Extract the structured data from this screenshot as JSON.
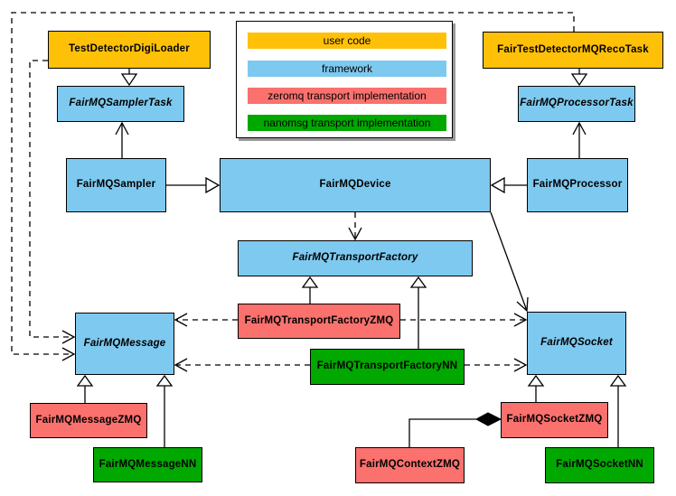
{
  "colors": {
    "user_code": "#FFC107",
    "framework": "#7EC9EF",
    "zeromq_impl": "#FA716D",
    "nanomsg_impl": "#00A800",
    "border": "#000000",
    "background": "#FFFFFF"
  },
  "legend": {
    "items": [
      {
        "label": "user code",
        "category": "user_code"
      },
      {
        "label": "framework",
        "category": "framework"
      },
      {
        "label": "zeromq transport implementation",
        "category": "zeromq_impl"
      },
      {
        "label": "nanomsg transport implementation",
        "category": "nanomsg_impl"
      }
    ]
  },
  "nodes": {
    "testDetectorDigiLoader": {
      "label": "TestDetectorDigiLoader",
      "category": "user_code",
      "abstract": false
    },
    "fairTestDetectorMQRecoTask": {
      "label": "FairTestDetectorMQRecoTask",
      "category": "user_code",
      "abstract": false
    },
    "fairMQSamplerTask": {
      "label": "FairMQSamplerTask",
      "category": "framework",
      "abstract": true
    },
    "fairMQProcessorTask": {
      "label": "FairMQProcessorTask",
      "category": "framework",
      "abstract": true
    },
    "fairMQSampler": {
      "label": "FairMQSampler",
      "category": "framework",
      "abstract": false
    },
    "fairMQDevice": {
      "label": "FairMQDevice",
      "category": "framework",
      "abstract": false
    },
    "fairMQProcessor": {
      "label": "FairMQProcessor",
      "category": "framework",
      "abstract": false
    },
    "fairMQTransportFactory": {
      "label": "FairMQTransportFactory",
      "category": "framework",
      "abstract": true
    },
    "fairMQMessage": {
      "label": "FairMQMessage",
      "category": "framework",
      "abstract": true
    },
    "fairMQSocket": {
      "label": "FairMQSocket",
      "category": "framework",
      "abstract": true
    },
    "fairMQTransportFactoryZMQ": {
      "label": "FairMQTransportFactoryZMQ",
      "category": "zeromq_impl",
      "abstract": false
    },
    "fairMQMessageZMQ": {
      "label": "FairMQMessageZMQ",
      "category": "zeromq_impl",
      "abstract": false
    },
    "fairMQSocketZMQ": {
      "label": "FairMQSocketZMQ",
      "category": "zeromq_impl",
      "abstract": false
    },
    "fairMQContextZMQ": {
      "label": "FairMQContextZMQ",
      "category": "zeromq_impl",
      "abstract": false
    },
    "fairMQTransportFactoryNN": {
      "label": "FairMQTransportFactoryNN",
      "category": "nanomsg_impl",
      "abstract": false
    },
    "fairMQMessageNN": {
      "label": "FairMQMessageNN",
      "category": "nanomsg_impl",
      "abstract": false
    },
    "fairMQSocketNN": {
      "label": "FairMQSocketNN",
      "category": "nanomsg_impl",
      "abstract": false
    }
  },
  "edges": [
    {
      "from": "TestDetectorDigiLoader",
      "to": "FairMQSamplerTask",
      "type": "inheritance",
      "style": "solid"
    },
    {
      "from": "FairTestDetectorMQRecoTask",
      "to": "FairMQProcessorTask",
      "type": "inheritance",
      "style": "solid"
    },
    {
      "from": "FairMQSampler",
      "to": "FairMQSamplerTask",
      "type": "association",
      "style": "solid"
    },
    {
      "from": "FairMQProcessor",
      "to": "FairMQProcessorTask",
      "type": "association",
      "style": "solid"
    },
    {
      "from": "FairMQSampler",
      "to": "FairMQDevice",
      "type": "inheritance",
      "style": "solid"
    },
    {
      "from": "FairMQProcessor",
      "to": "FairMQDevice",
      "type": "inheritance",
      "style": "solid"
    },
    {
      "from": "FairMQDevice",
      "to": "FairMQTransportFactory",
      "type": "dependency",
      "style": "dashed"
    },
    {
      "from": "FairMQDevice",
      "to": "FairMQSocket",
      "type": "association",
      "style": "solid"
    },
    {
      "from": "FairMQTransportFactoryZMQ",
      "to": "FairMQTransportFactory",
      "type": "inheritance",
      "style": "solid"
    },
    {
      "from": "FairMQTransportFactoryNN",
      "to": "FairMQTransportFactory",
      "type": "inheritance",
      "style": "solid"
    },
    {
      "from": "FairMQTransportFactoryZMQ",
      "to": "FairMQMessage",
      "type": "dependency",
      "style": "dashed"
    },
    {
      "from": "FairMQTransportFactoryZMQ",
      "to": "FairMQSocket",
      "type": "dependency",
      "style": "dashed"
    },
    {
      "from": "FairMQTransportFactoryNN",
      "to": "FairMQMessage",
      "type": "dependency",
      "style": "dashed"
    },
    {
      "from": "FairMQTransportFactoryNN",
      "to": "FairMQSocket",
      "type": "dependency",
      "style": "dashed"
    },
    {
      "from": "FairMQMessageZMQ",
      "to": "FairMQMessage",
      "type": "inheritance",
      "style": "solid"
    },
    {
      "from": "FairMQMessageNN",
      "to": "FairMQMessage",
      "type": "inheritance",
      "style": "solid"
    },
    {
      "from": "FairMQSocketZMQ",
      "to": "FairMQSocket",
      "type": "inheritance",
      "style": "solid"
    },
    {
      "from": "FairMQSocketNN",
      "to": "FairMQSocket",
      "type": "inheritance",
      "style": "solid"
    },
    {
      "from": "TestDetectorDigiLoader",
      "to": "FairMQMessage",
      "type": "dependency",
      "style": "dashed"
    },
    {
      "from": "FairTestDetectorMQRecoTask",
      "to": "FairMQMessage",
      "type": "dependency",
      "style": "dashed"
    },
    {
      "from": "FairMQSocketZMQ",
      "to": "FairMQContextZMQ",
      "type": "composition",
      "style": "solid"
    }
  ]
}
